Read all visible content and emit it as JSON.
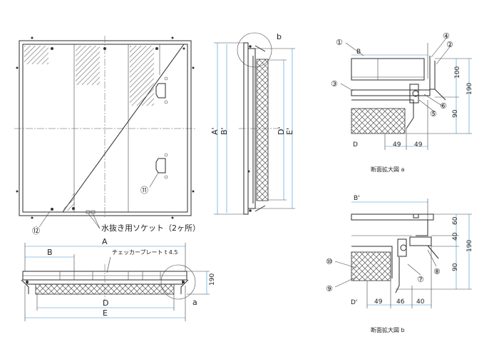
{
  "labels": {
    "a_dim": "A",
    "b_dim": "B",
    "b_prime": "B'",
    "a_prime": "A'",
    "d_prime": "D'",
    "e_prime": "E'",
    "d_dim": "D",
    "e_dim": "E",
    "detail_a_marker": "a",
    "detail_b_marker": "b",
    "socket_note": "水抜き用ソケット（2ヶ所）",
    "checker_plate": "チェッカープレート t 4.5",
    "front_190": "190"
  },
  "detail_a": {
    "title": "断面拡大図 a",
    "b_label": "B",
    "d_label": "D",
    "dims_h": [
      "49",
      "49"
    ],
    "dims_v": [
      "100",
      "90",
      "190"
    ],
    "callouts": [
      "①",
      "②",
      "③",
      "④",
      "⑤",
      "⑥"
    ]
  },
  "detail_b": {
    "title": "断面拡大図 b",
    "b_label": "B'",
    "d_label": "D'",
    "dims_h": [
      "49",
      "46",
      "40"
    ],
    "dims_v": [
      "60",
      "40",
      "90",
      "190"
    ],
    "callouts": [
      "⑦",
      "⑧",
      "⑨",
      "⑩"
    ]
  },
  "plan_callouts": [
    "⑪",
    "⑫"
  ]
}
